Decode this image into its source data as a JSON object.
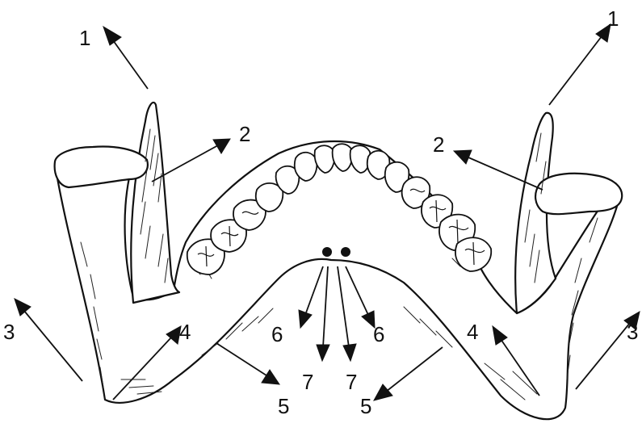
{
  "labels": {
    "l1_left": "1",
    "l1_right": "1",
    "l2_left": "2",
    "l2_right": "2",
    "l3_left": "3",
    "l3_right": "3",
    "l4_left": "4",
    "l4_right": "4",
    "l5_left": "5",
    "l5_right": "5",
    "l6_left": "6",
    "l6_right": "6",
    "l7_left": "7",
    "l7_right": "7"
  }
}
